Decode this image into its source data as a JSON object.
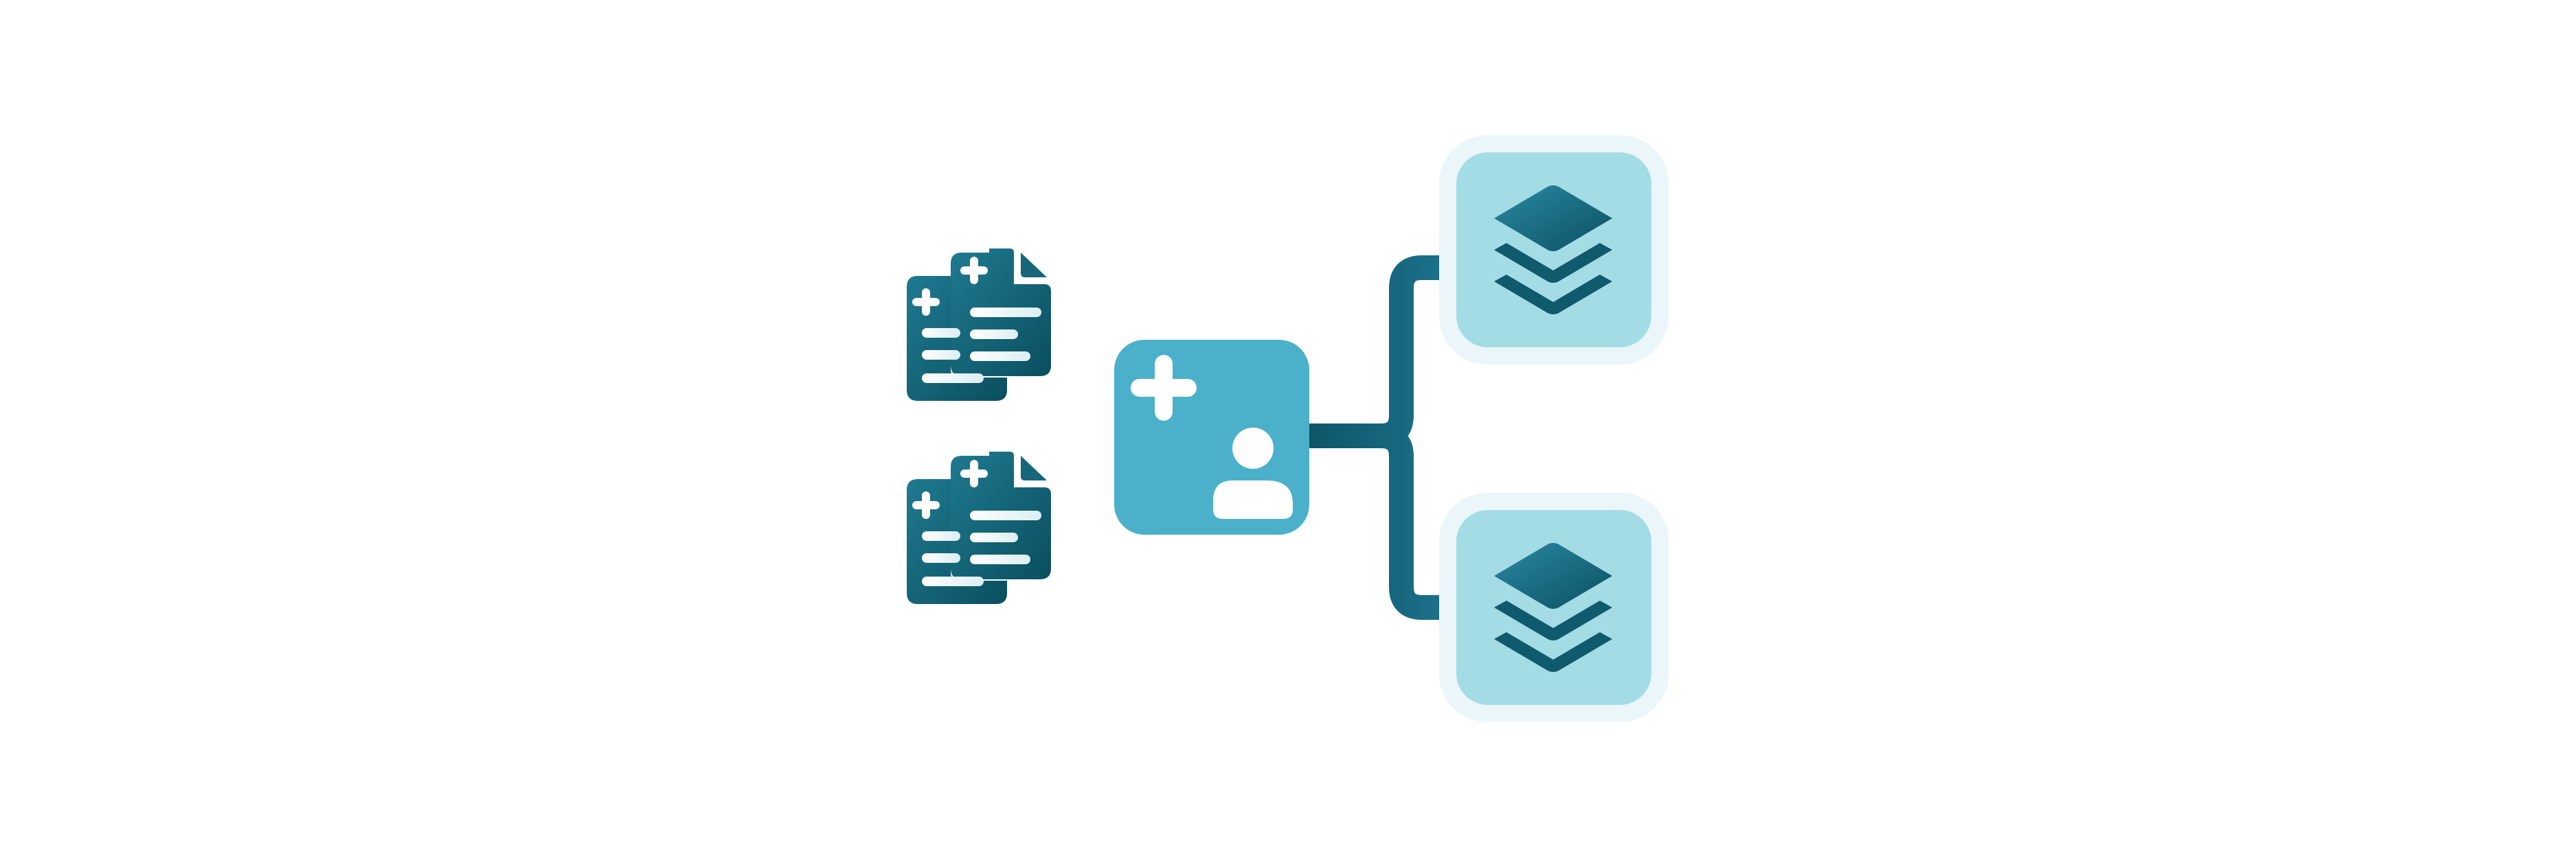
{
  "diagram": {
    "layout": "left-to-right",
    "sources": [
      {
        "id": "records-1",
        "icon": "medical-records-icon"
      },
      {
        "id": "records-2",
        "icon": "medical-records-icon"
      }
    ],
    "hub": {
      "id": "patient-record",
      "icon": "medical-patient-icon"
    },
    "targets": [
      {
        "id": "layers-1",
        "icon": "layers-stack-icon"
      },
      {
        "id": "layers-2",
        "icon": "layers-stack-icon"
      }
    ],
    "connections": [
      {
        "from": "patient-record",
        "to": "layers-1"
      },
      {
        "from": "patient-record",
        "to": "layers-2"
      }
    ]
  },
  "colors": {
    "background": "#ffffff",
    "dark_teal": "#0c5566",
    "teal_mid": "#1b6b80",
    "hub_fill": "#4bb0c9",
    "target_fill": "#a4dce6",
    "target_halo": "#eaf6f9",
    "white_glyph": "#ffffff"
  }
}
